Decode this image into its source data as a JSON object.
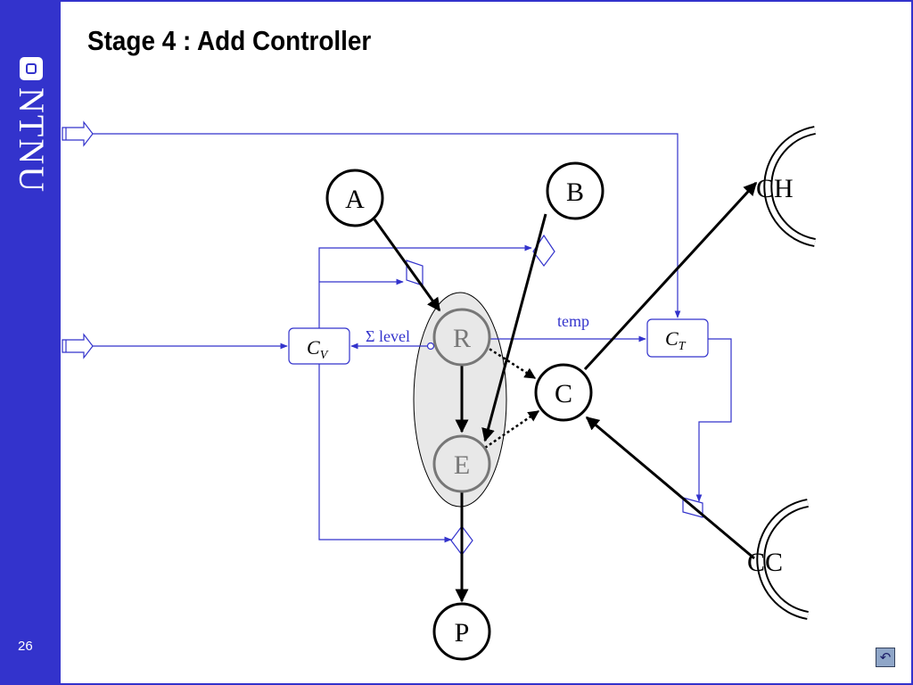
{
  "slide": {
    "title": "Stage 4 : Add Controller",
    "page_number": "26",
    "logo_text": "NTNU"
  },
  "diagram": {
    "nodes": {
      "A": "A",
      "B": "B",
      "R": "R",
      "E": "E",
      "C": "C",
      "P": "P",
      "CH": "CH",
      "CC": "CC"
    },
    "controllers": {
      "cv_main": "C",
      "cv_sub": "V",
      "ct_main": "C",
      "ct_sub": "T"
    },
    "signals": {
      "level": "Σ level",
      "temp": "temp"
    }
  },
  "colors": {
    "sidebar": "#3333cc",
    "control_line": "#3333cc",
    "vessel_fill": "#e8e8e8",
    "node_stroke": "#000000"
  },
  "icons": {
    "return": "return-arrow-icon"
  }
}
